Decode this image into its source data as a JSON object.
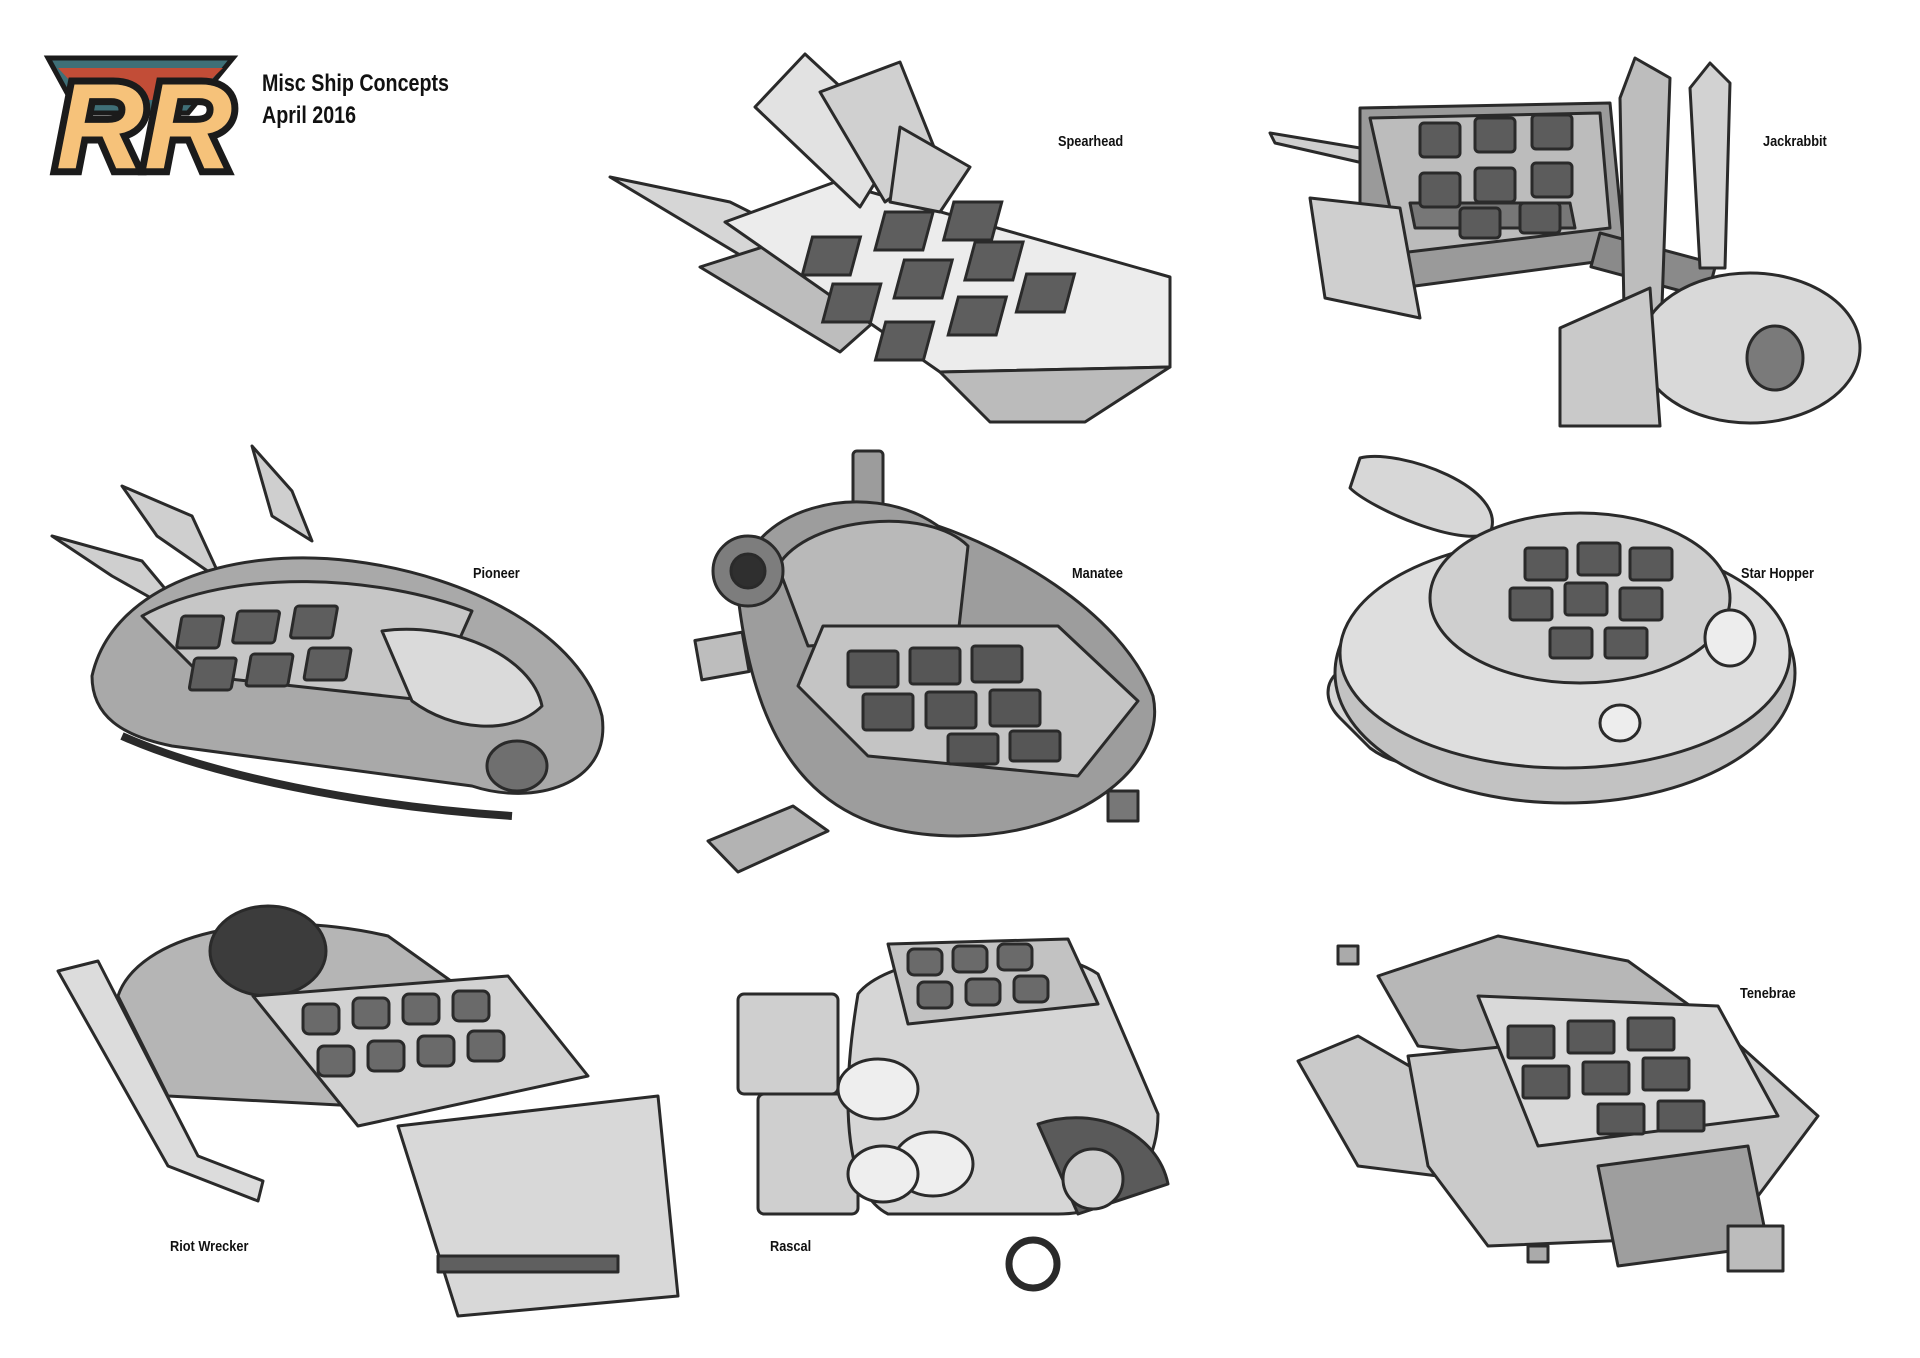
{
  "header": {
    "logo_text": "RR",
    "title": "Misc Ship Concepts",
    "date": "April 2016"
  },
  "ships": [
    {
      "name": "Spearhead"
    },
    {
      "name": "Jackrabbit"
    },
    {
      "name": "Pioneer"
    },
    {
      "name": "Manatee"
    },
    {
      "name": "Star Hopper"
    },
    {
      "name": "Riot Wrecker"
    },
    {
      "name": "Rascal"
    },
    {
      "name": "Tenebrae"
    }
  ],
  "colors": {
    "logo_fill": "#f6c27a",
    "logo_outline": "#1b1b1b",
    "logo_accent": "#d9482b",
    "logo_badge": "#3f6f77",
    "hull_light": "#e6e6e6",
    "hull_mid": "#bdbdbd",
    "hull_dark": "#5a5a5a",
    "line": "#2a2a2a"
  }
}
